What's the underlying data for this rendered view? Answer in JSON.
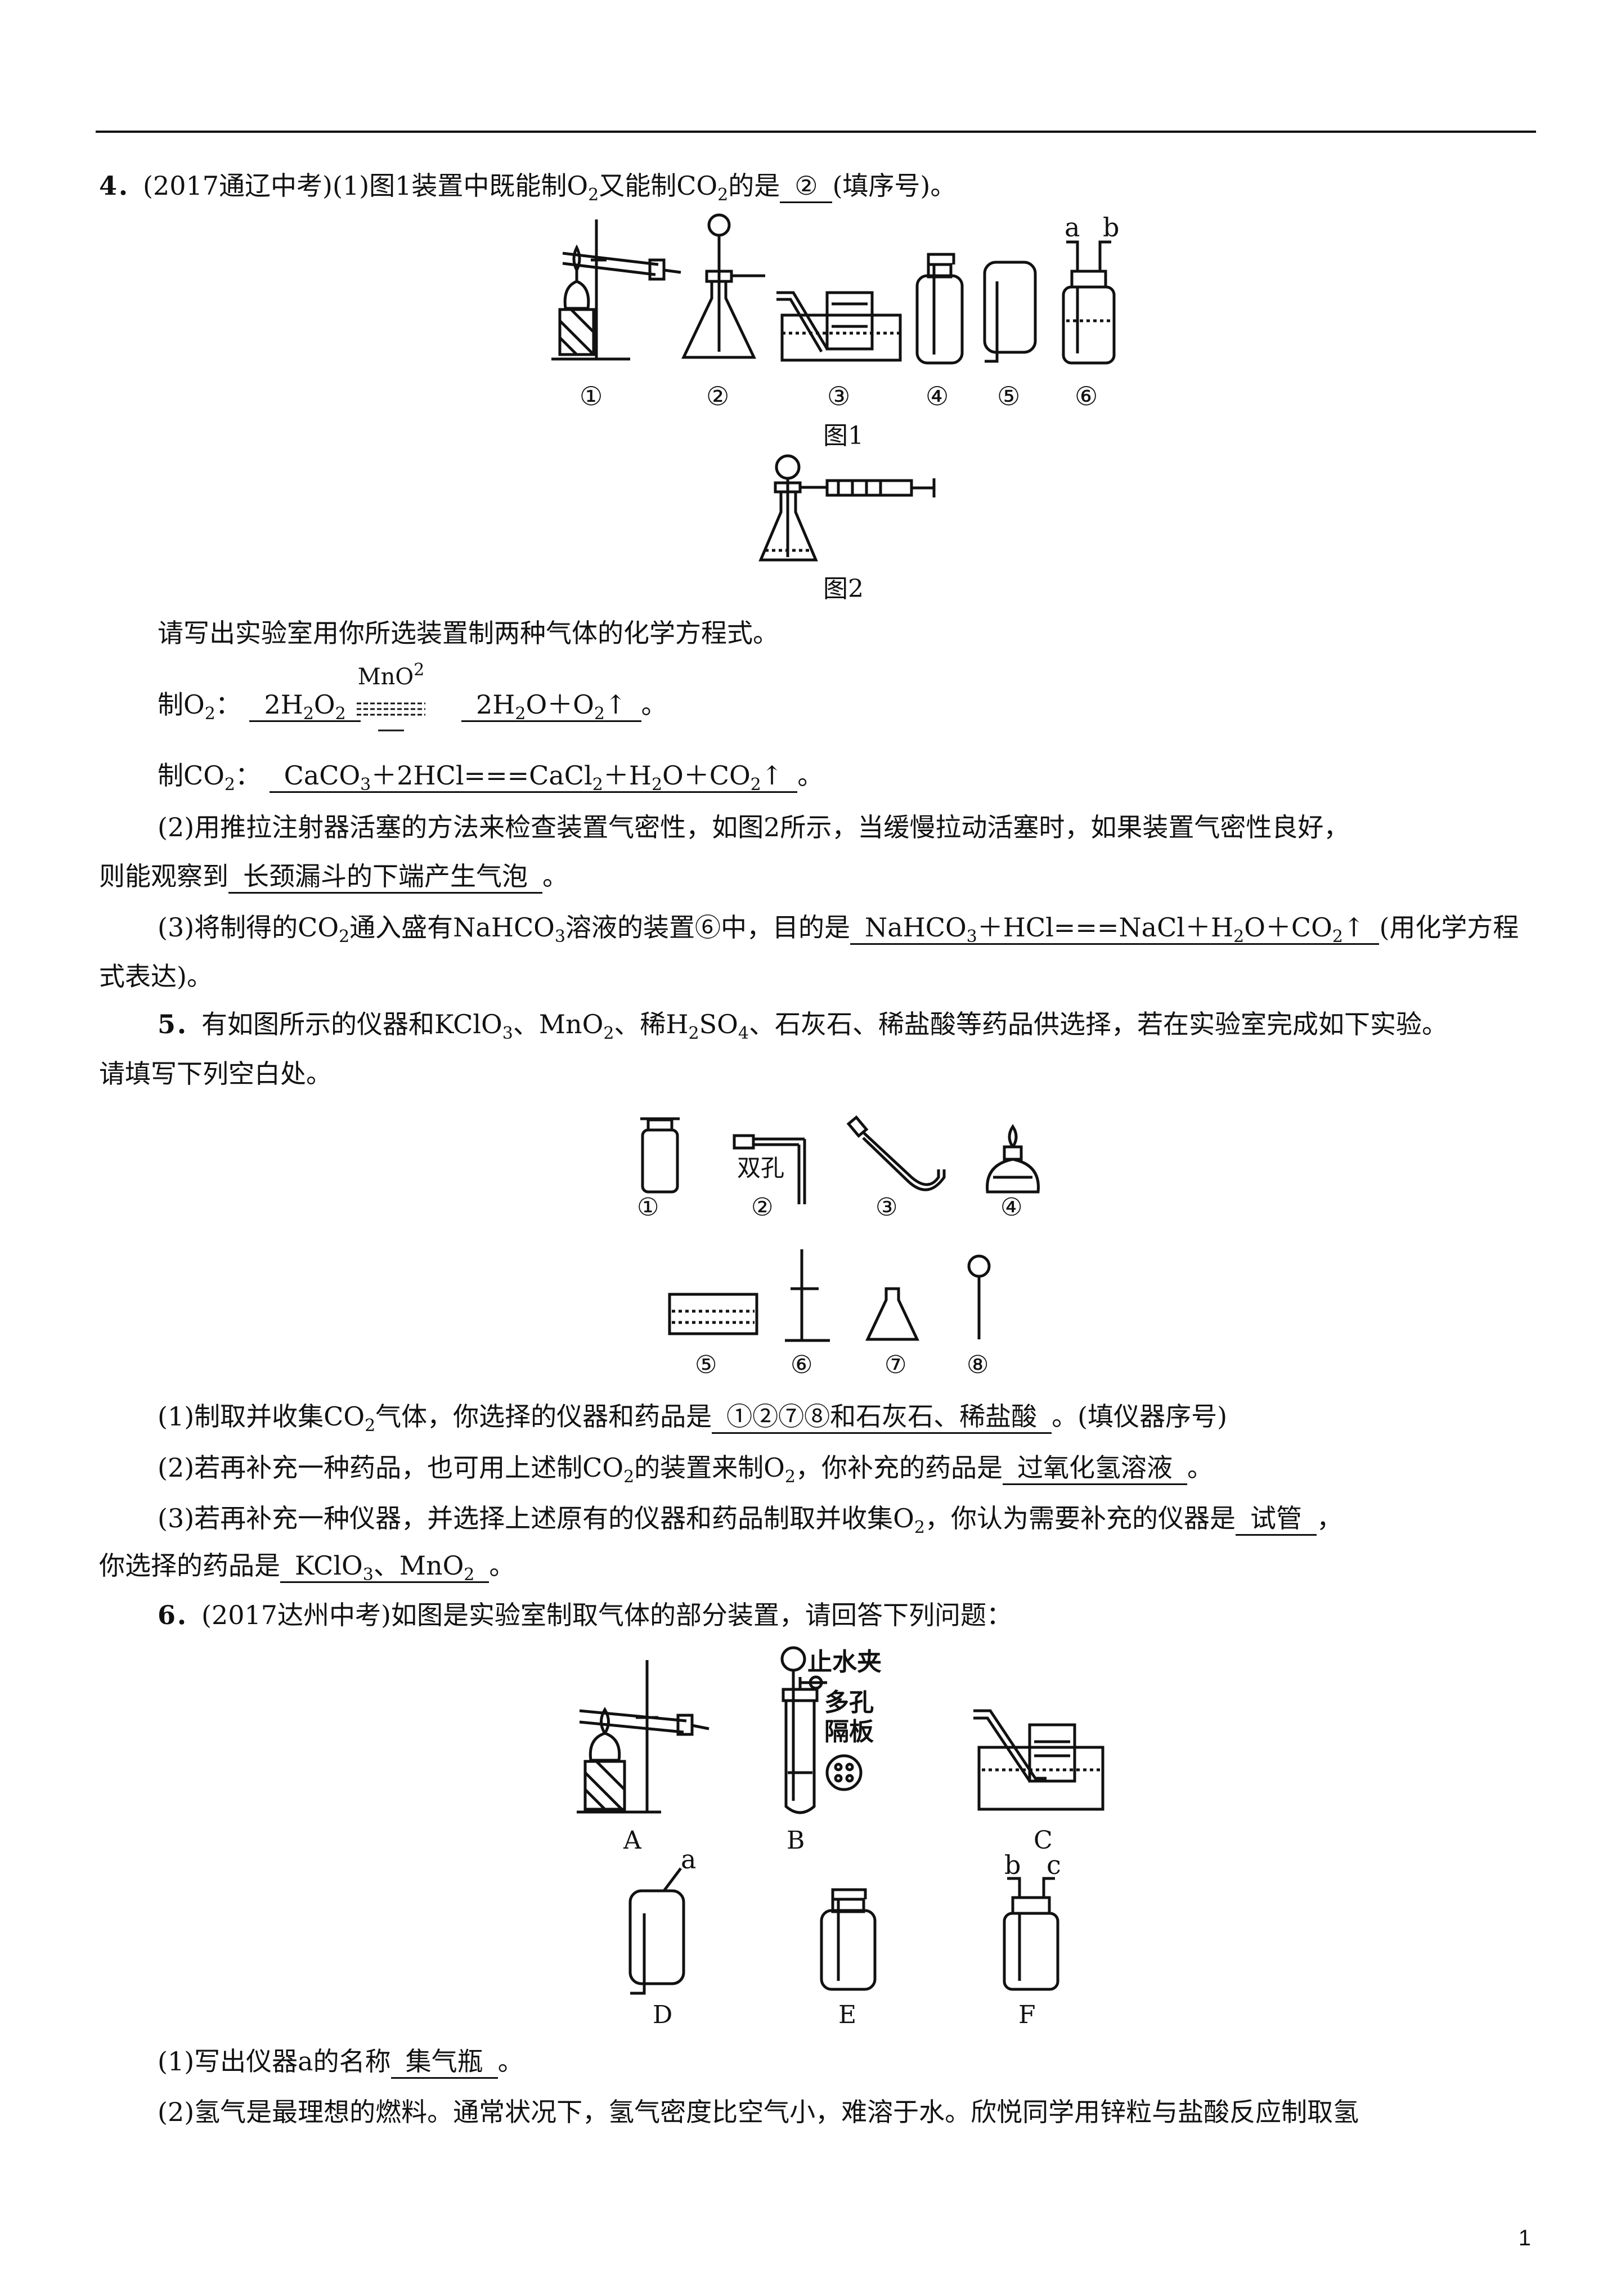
{
  "q4": {
    "num": "4．",
    "source": "(2017通辽中考)",
    "p1_a": "(1)图1装置中既能制O",
    "p1_b": "又能制CO",
    "p1_c": "的是",
    "p1_ans": "②",
    "p1_d": "(填序号)。",
    "fig1_labels": [
      "①",
      "②",
      "③",
      "④",
      "⑤",
      "⑥"
    ],
    "fig1_ab": [
      "a",
      "b"
    ],
    "fig1_caption": "图1",
    "fig2_caption": "图2",
    "prompt": "请写出实验室用你所选装置制两种气体的化学方程式。",
    "o2_label": "制O",
    "o2_lhs": "2H",
    "o2_lhs_b": "O",
    "o2_catalyst": "MnO",
    "o2_rhs": "2H",
    "o2_rhs_b": "O＋O",
    "o2_rhs_c": "↑",
    "co2_label": "制CO",
    "co2_eq_a": "CaCO",
    "co2_eq_b": "＋2HCl===CaCl",
    "co2_eq_c": "＋H",
    "co2_eq_d": "O＋CO",
    "co2_eq_e": "↑",
    "p2_a": "(2)用推拉注射器活塞的方法来检查装置气密性，如图2所示，当缓慢拉动活塞时，如果装置气密性良好，",
    "p2_b": "则能观察到",
    "p2_ans": "长颈漏斗的下端产生气泡",
    "p3_a": "(3)将制得的CO",
    "p3_b": "通入盛有NaHCO",
    "p3_c": "溶液的装置⑥中，目的是",
    "p3_ans_a": "NaHCO",
    "p3_ans_b": "＋HCl===NaCl＋H",
    "p3_ans_c": "O＋CO",
    "p3_ans_d": "↑",
    "p3_d": "(用化学方程",
    "p3_e": "式表达)。"
  },
  "q5": {
    "num": "5．",
    "intro_a": "有如图所示的仪器和KClO",
    "intro_b": "、MnO",
    "intro_c": "、稀H",
    "intro_d": "SO",
    "intro_e": "、石灰石、稀盐酸等药品供选择，若在实验室完成如下实验。",
    "intro_f": "请填写下列空白处。",
    "labels_row1": [
      "①",
      "②",
      "③",
      "④"
    ],
    "labels_row2": [
      "⑤",
      "⑥",
      "⑦",
      "⑧"
    ],
    "stopper_text": "双孔",
    "p1_a": "(1)制取并收集CO",
    "p1_b": "气体，你选择的仪器和药品是",
    "p1_ans": "①②⑦⑧和石灰石、稀盐酸",
    "p1_c": "。(填仪器序号)",
    "p2_a": "(2)若再补充一种药品，也可用上述制CO",
    "p2_b": "的装置来制O",
    "p2_c": "，你补充的药品是",
    "p2_ans": "过氧化氢溶液",
    "p3_a": "(3)若再补充一种仪器，并选择上述原有的仪器和药品制取并收集O",
    "p3_b": "，你认为需要补充的仪器是",
    "p3_ans": "试管",
    "p3_c": "你选择的药品是",
    "p3_ans2_a": "KClO",
    "p3_ans2_b": "、MnO"
  },
  "q6": {
    "num": "6．",
    "source": "(2017达州中考)",
    "intro": "如图是实验室制取气体的部分装置，请回答下列问题：",
    "stopcock": "止水夹",
    "plate_a": "多孔",
    "plate_b": "隔板",
    "labels_row1": [
      "A",
      "B",
      "C"
    ],
    "labels_row2": [
      "D",
      "E",
      "F"
    ],
    "mark_a": "a",
    "mark_bc": [
      "b",
      "c"
    ],
    "p1_a": "(1)写出仪器a的名称",
    "p1_ans": "集气瓶",
    "p2": "(2)氢气是最理想的燃料。通常状况下，氢气密度比空气小，难溶于水。欣悦同学用锌粒与盐酸反应制取氢"
  },
  "page_number": "1"
}
